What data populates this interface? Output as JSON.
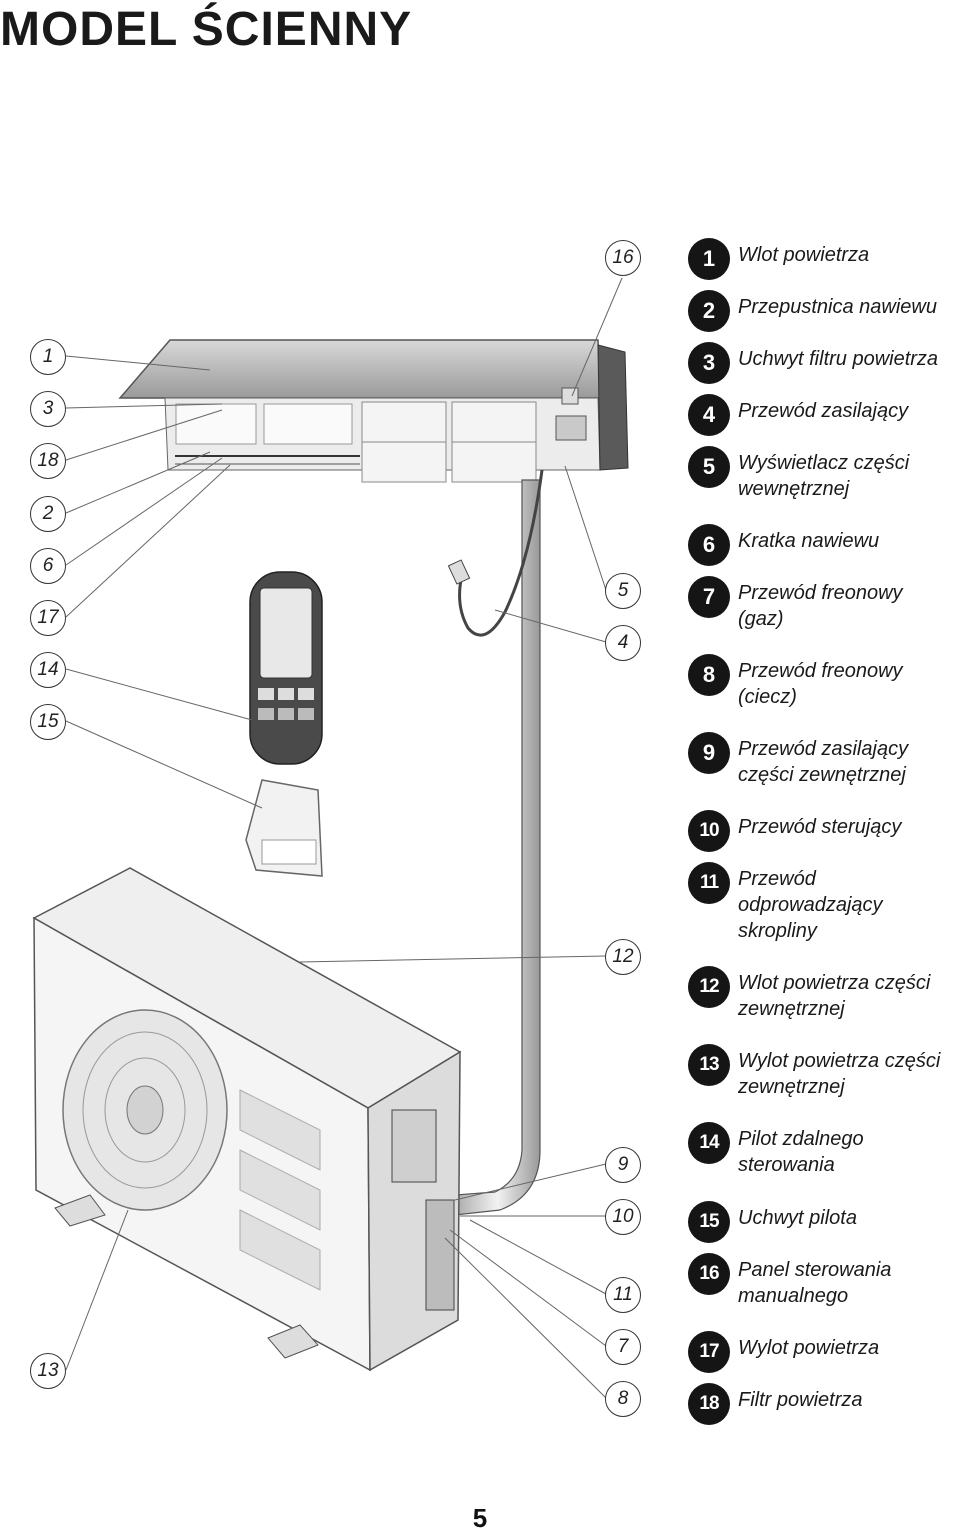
{
  "title": "MODEL ŚCIENNY",
  "page_number": "5",
  "legend": [
    {
      "num": "1",
      "label": "Wlot powietrza"
    },
    {
      "num": "2",
      "label": "Przepustnica nawiewu"
    },
    {
      "num": "3",
      "label": "Uchwyt filtru powietrza"
    },
    {
      "num": "4",
      "label": "Przewód zasilający"
    },
    {
      "num": "5",
      "label": "Wyświetlacz części\nwewnętrznej"
    },
    {
      "num": "6",
      "label": "Kratka nawiewu"
    },
    {
      "num": "7",
      "label": "Przewód freonowy\n(gaz)"
    },
    {
      "num": "8",
      "label": "Przewód freonowy\n(ciecz)"
    },
    {
      "num": "9",
      "label": "Przewód zasilający\nczęści zewnętrznej"
    },
    {
      "num": "10",
      "label": "Przewód sterujący"
    },
    {
      "num": "11",
      "label": "Przewód\nodprowadzający\nskropliny"
    },
    {
      "num": "12",
      "label": "Wlot powietrza części\nzewnętrznej"
    },
    {
      "num": "13",
      "label": "Wylot powietrza części\nzewnętrznej"
    },
    {
      "num": "14",
      "label": "Pilot zdalnego\nsterowania"
    },
    {
      "num": "15",
      "label": "Uchwyt pilota"
    },
    {
      "num": "16",
      "label": "Panel sterowania\nmanualnego"
    },
    {
      "num": "17",
      "label": "Wylot powietrza"
    },
    {
      "num": "18",
      "label": "Filtr powietrza"
    }
  ],
  "callouts_left": [
    "1",
    "3",
    "18",
    "2",
    "6",
    "17",
    "14",
    "15",
    "13"
  ],
  "callouts_right": [
    "16",
    "5",
    "4",
    "12",
    "9",
    "10",
    "11",
    "7",
    "8"
  ]
}
